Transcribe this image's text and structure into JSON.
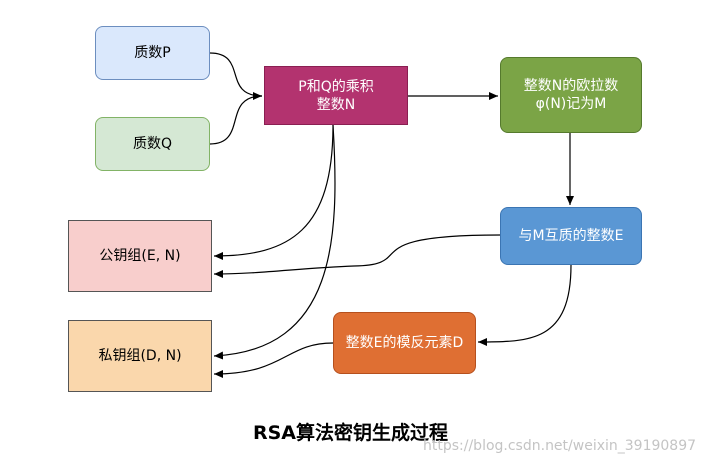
{
  "nodes": {
    "prime_p": {
      "label": "质数P"
    },
    "prime_q": {
      "label": "质数Q"
    },
    "product_n": {
      "line1": "P和Q的乘积",
      "line2": "整数N"
    },
    "euler_m": {
      "line1": "整数N的欧拉数",
      "line2": "φ(N)记为M"
    },
    "choose_e": {
      "label": "与M互质的整数E"
    },
    "compute_d": {
      "label": "整数E的模反元素D"
    },
    "public_key": {
      "label": "公钥组(E, N)"
    },
    "private_key": {
      "label": "私钥组(D, N)"
    }
  },
  "caption": "RSA算法密钥生成过程",
  "watermark": "https://blog.csdn.net/weixin_39190897"
}
